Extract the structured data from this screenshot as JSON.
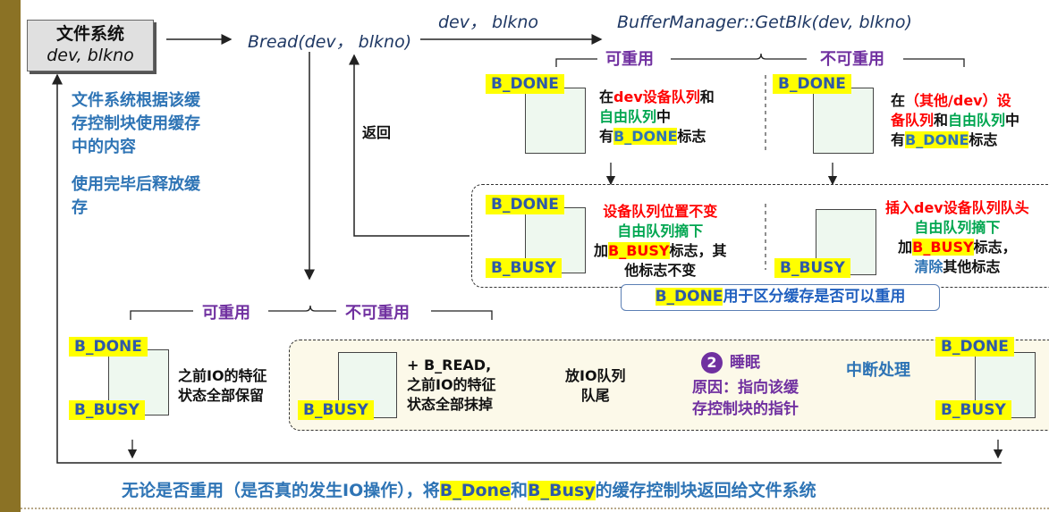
{
  "fs_box": {
    "title": "文件系统",
    "params": "dev, blkno"
  },
  "bread": "Bread(dev， blkno)",
  "dev_blkno": "dev， blkno",
  "getblk": "BufferManager::GetBlk(dev, blkno)",
  "fs_note": {
    "line1": "文件系统根据该缓",
    "line2": "存控制块使用缓存",
    "line3": "中的内容",
    "line4": "使用完毕后释放缓",
    "line5": "存"
  },
  "return_label": "返回",
  "reusable": "可重用",
  "not_reusable": "不可重用",
  "b_done": "B_DONE",
  "b_busy": "B_BUSY",
  "top_left_desc": {
    "p1": "在",
    "p2": "dev设备队列",
    "p3": "和",
    "p4": "自由队列",
    "p5": "中",
    "p6": "有",
    "p7": "B_DONE",
    "p8": "标志"
  },
  "top_right_desc": {
    "p1": "在",
    "p2": "（其他/dev）设",
    "p3": "备队列",
    "p4": "和",
    "p5": "自由队列",
    "p6": "中",
    "p7": "有",
    "p8": "B_DONE",
    "p9": "标志"
  },
  "mid_left_desc": {
    "l1": "设备队列位置不变",
    "l2": "自由队列摘下",
    "l3a": "加",
    "l3b": "B_BUSY",
    "l3c": "标志，其",
    "l4": "他标志不变"
  },
  "mid_right_desc": {
    "l1": "插入dev设备队列队头",
    "l2": "自由队列摘下",
    "l3a": "加",
    "l3b": "B_BUSY",
    "l3c": "标志，",
    "l4a": "清除",
    "l4b": "其他标志"
  },
  "note": {
    "b": "B_DONE",
    "rest": "用于区分缓存是否可以重用"
  },
  "bottom_left_desc": {
    "l1": "之前IO的特征",
    "l2": "状态全部保留"
  },
  "step_read": {
    "l1": "+ B_READ,",
    "l2": "之前IO的特征",
    "l3": "状态全部抹掉"
  },
  "io_queue": {
    "l1": "放IO队列",
    "l2": "队尾"
  },
  "sleep": {
    "num": "2",
    "title": "睡眠",
    "l1": "原因：指向该缓",
    "l2": "存控制块的指针"
  },
  "interrupt": "中断处理",
  "bottom_text": {
    "a": "无论是否重用（是否真的发生IO操作），将",
    "b": "B_Done",
    "c": "和",
    "d": "B_Busy",
    "e": "的缓存控制块返回给文件系统"
  },
  "colors": {
    "sidebar": "#8b7225",
    "yellow": "#ffff00",
    "purple": "#7030a0",
    "red": "#ff0000",
    "green": "#00a650",
    "blue": "#2e74b5"
  }
}
